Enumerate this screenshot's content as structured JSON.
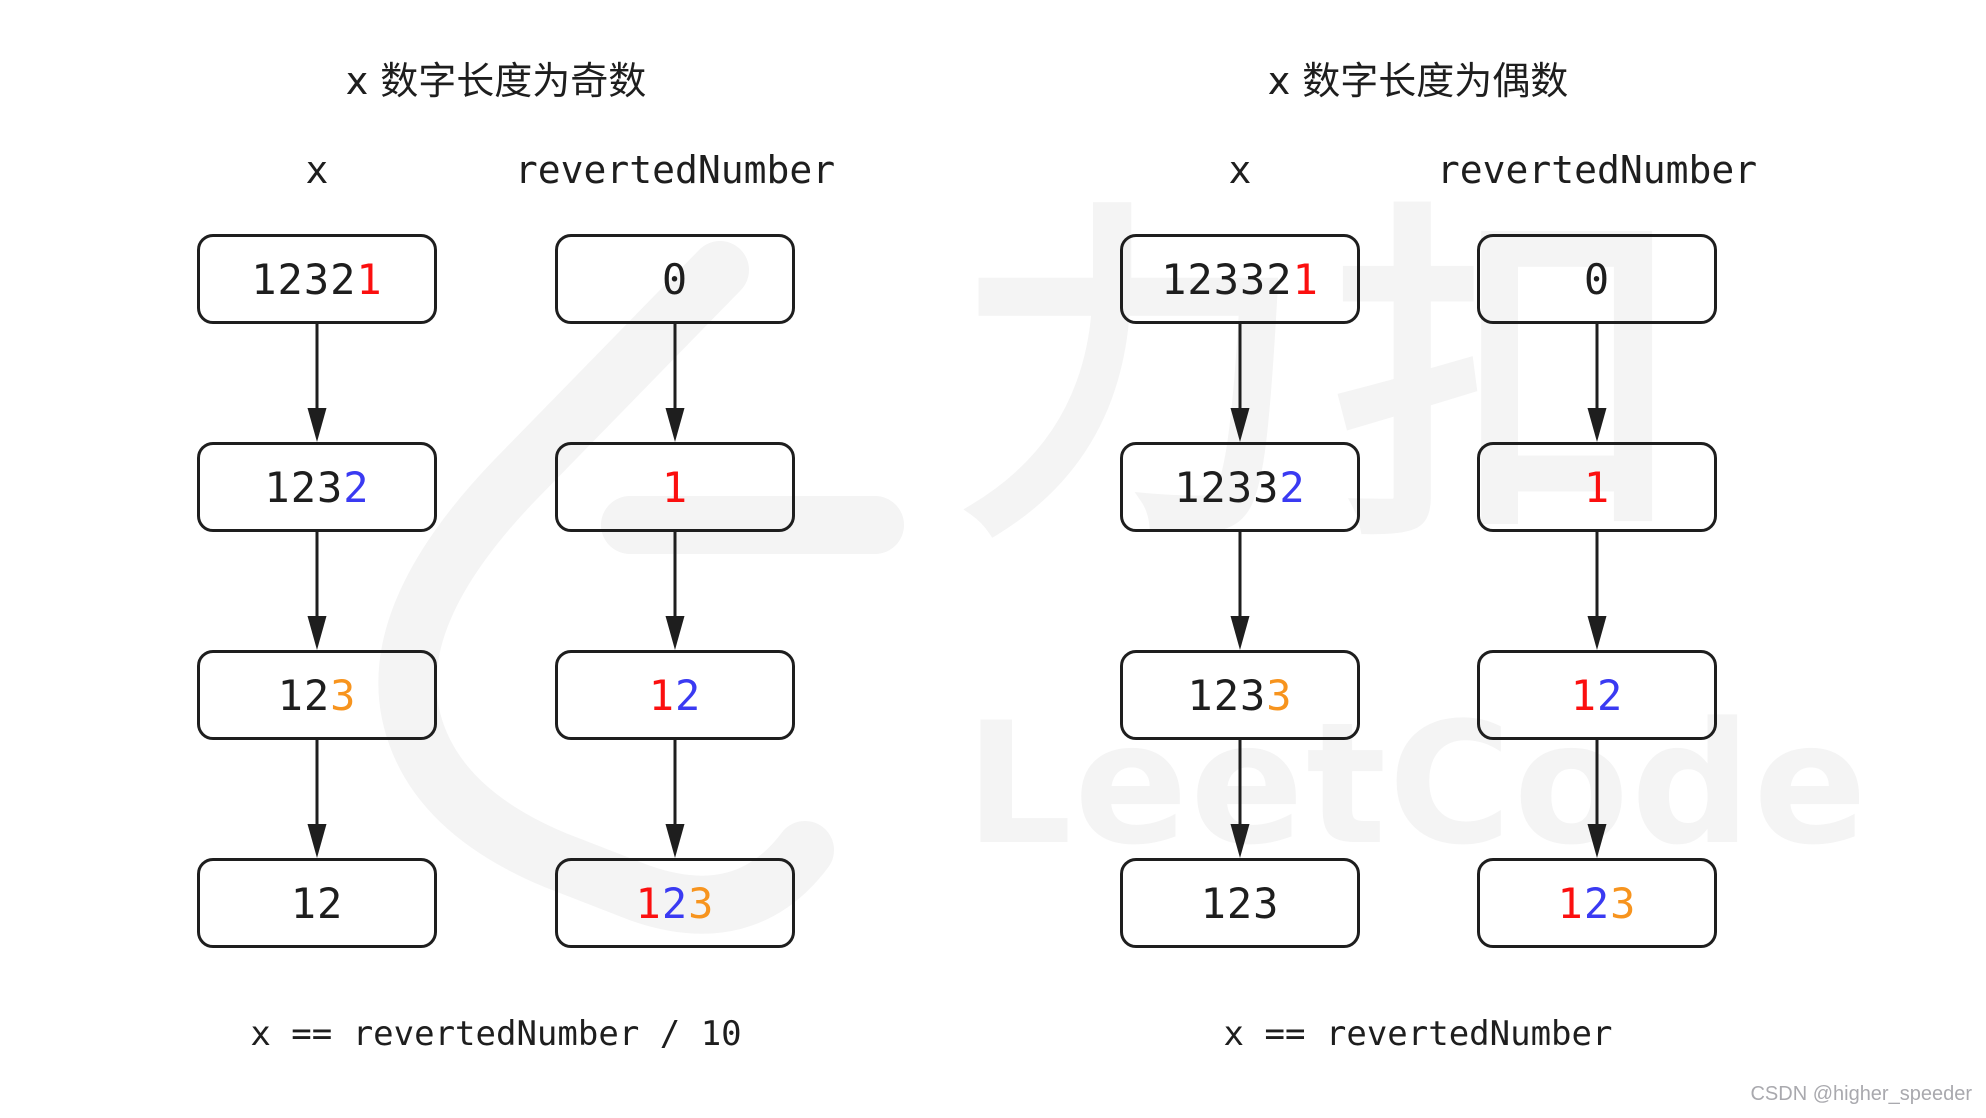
{
  "watermark": {
    "cn": "力扣",
    "en": "LeetCode",
    "color": "#f4f4f4"
  },
  "credit": "CSDN @higher_speeder",
  "colors": {
    "black": "#1e1e1e",
    "red": "#fb0f0f",
    "blue": "#3a3af2",
    "orange": "#f7941e"
  },
  "sections": [
    {
      "id": "odd-length",
      "title": "x 数字长度为奇数",
      "formula": "x == revertedNumber / 10",
      "columns": [
        {
          "header": "x",
          "boxes": [
            {
              "value": "12321",
              "segments": [
                {
                  "text": "1232",
                  "color": "black"
                },
                {
                  "text": "1",
                  "color": "red"
                }
              ]
            },
            {
              "value": "1232",
              "segments": [
                {
                  "text": "123",
                  "color": "black"
                },
                {
                  "text": "2",
                  "color": "blue"
                }
              ]
            },
            {
              "value": "123",
              "segments": [
                {
                  "text": "12",
                  "color": "black"
                },
                {
                  "text": "3",
                  "color": "orange"
                }
              ]
            },
            {
              "value": "12",
              "segments": [
                {
                  "text": "12",
                  "color": "black"
                }
              ]
            }
          ]
        },
        {
          "header": "revertedNumber",
          "boxes": [
            {
              "value": "0",
              "segments": [
                {
                  "text": "0",
                  "color": "black"
                }
              ]
            },
            {
              "value": "1",
              "segments": [
                {
                  "text": "1",
                  "color": "red"
                }
              ]
            },
            {
              "value": "12",
              "segments": [
                {
                  "text": "1",
                  "color": "red"
                },
                {
                  "text": "2",
                  "color": "blue"
                }
              ]
            },
            {
              "value": "123",
              "segments": [
                {
                  "text": "1",
                  "color": "red"
                },
                {
                  "text": "2",
                  "color": "blue"
                },
                {
                  "text": "3",
                  "color": "orange"
                }
              ]
            }
          ]
        }
      ]
    },
    {
      "id": "even-length",
      "title": "x 数字长度为偶数",
      "formula": "x == revertedNumber",
      "columns": [
        {
          "header": "x",
          "boxes": [
            {
              "value": "123321",
              "segments": [
                {
                  "text": "12332",
                  "color": "black"
                },
                {
                  "text": "1",
                  "color": "red"
                }
              ]
            },
            {
              "value": "12332",
              "segments": [
                {
                  "text": "1233",
                  "color": "black"
                },
                {
                  "text": "2",
                  "color": "blue"
                }
              ]
            },
            {
              "value": "1233",
              "segments": [
                {
                  "text": "123",
                  "color": "black"
                },
                {
                  "text": "3",
                  "color": "orange"
                }
              ]
            },
            {
              "value": "123",
              "segments": [
                {
                  "text": "123",
                  "color": "black"
                }
              ]
            }
          ]
        },
        {
          "header": "revertedNumber",
          "boxes": [
            {
              "value": "0",
              "segments": [
                {
                  "text": "0",
                  "color": "black"
                }
              ]
            },
            {
              "value": "1",
              "segments": [
                {
                  "text": "1",
                  "color": "red"
                }
              ]
            },
            {
              "value": "12",
              "segments": [
                {
                  "text": "1",
                  "color": "red"
                },
                {
                  "text": "2",
                  "color": "blue"
                }
              ]
            },
            {
              "value": "123",
              "segments": [
                {
                  "text": "1",
                  "color": "red"
                },
                {
                  "text": "2",
                  "color": "blue"
                },
                {
                  "text": "3",
                  "color": "orange"
                }
              ]
            }
          ]
        }
      ]
    }
  ]
}
